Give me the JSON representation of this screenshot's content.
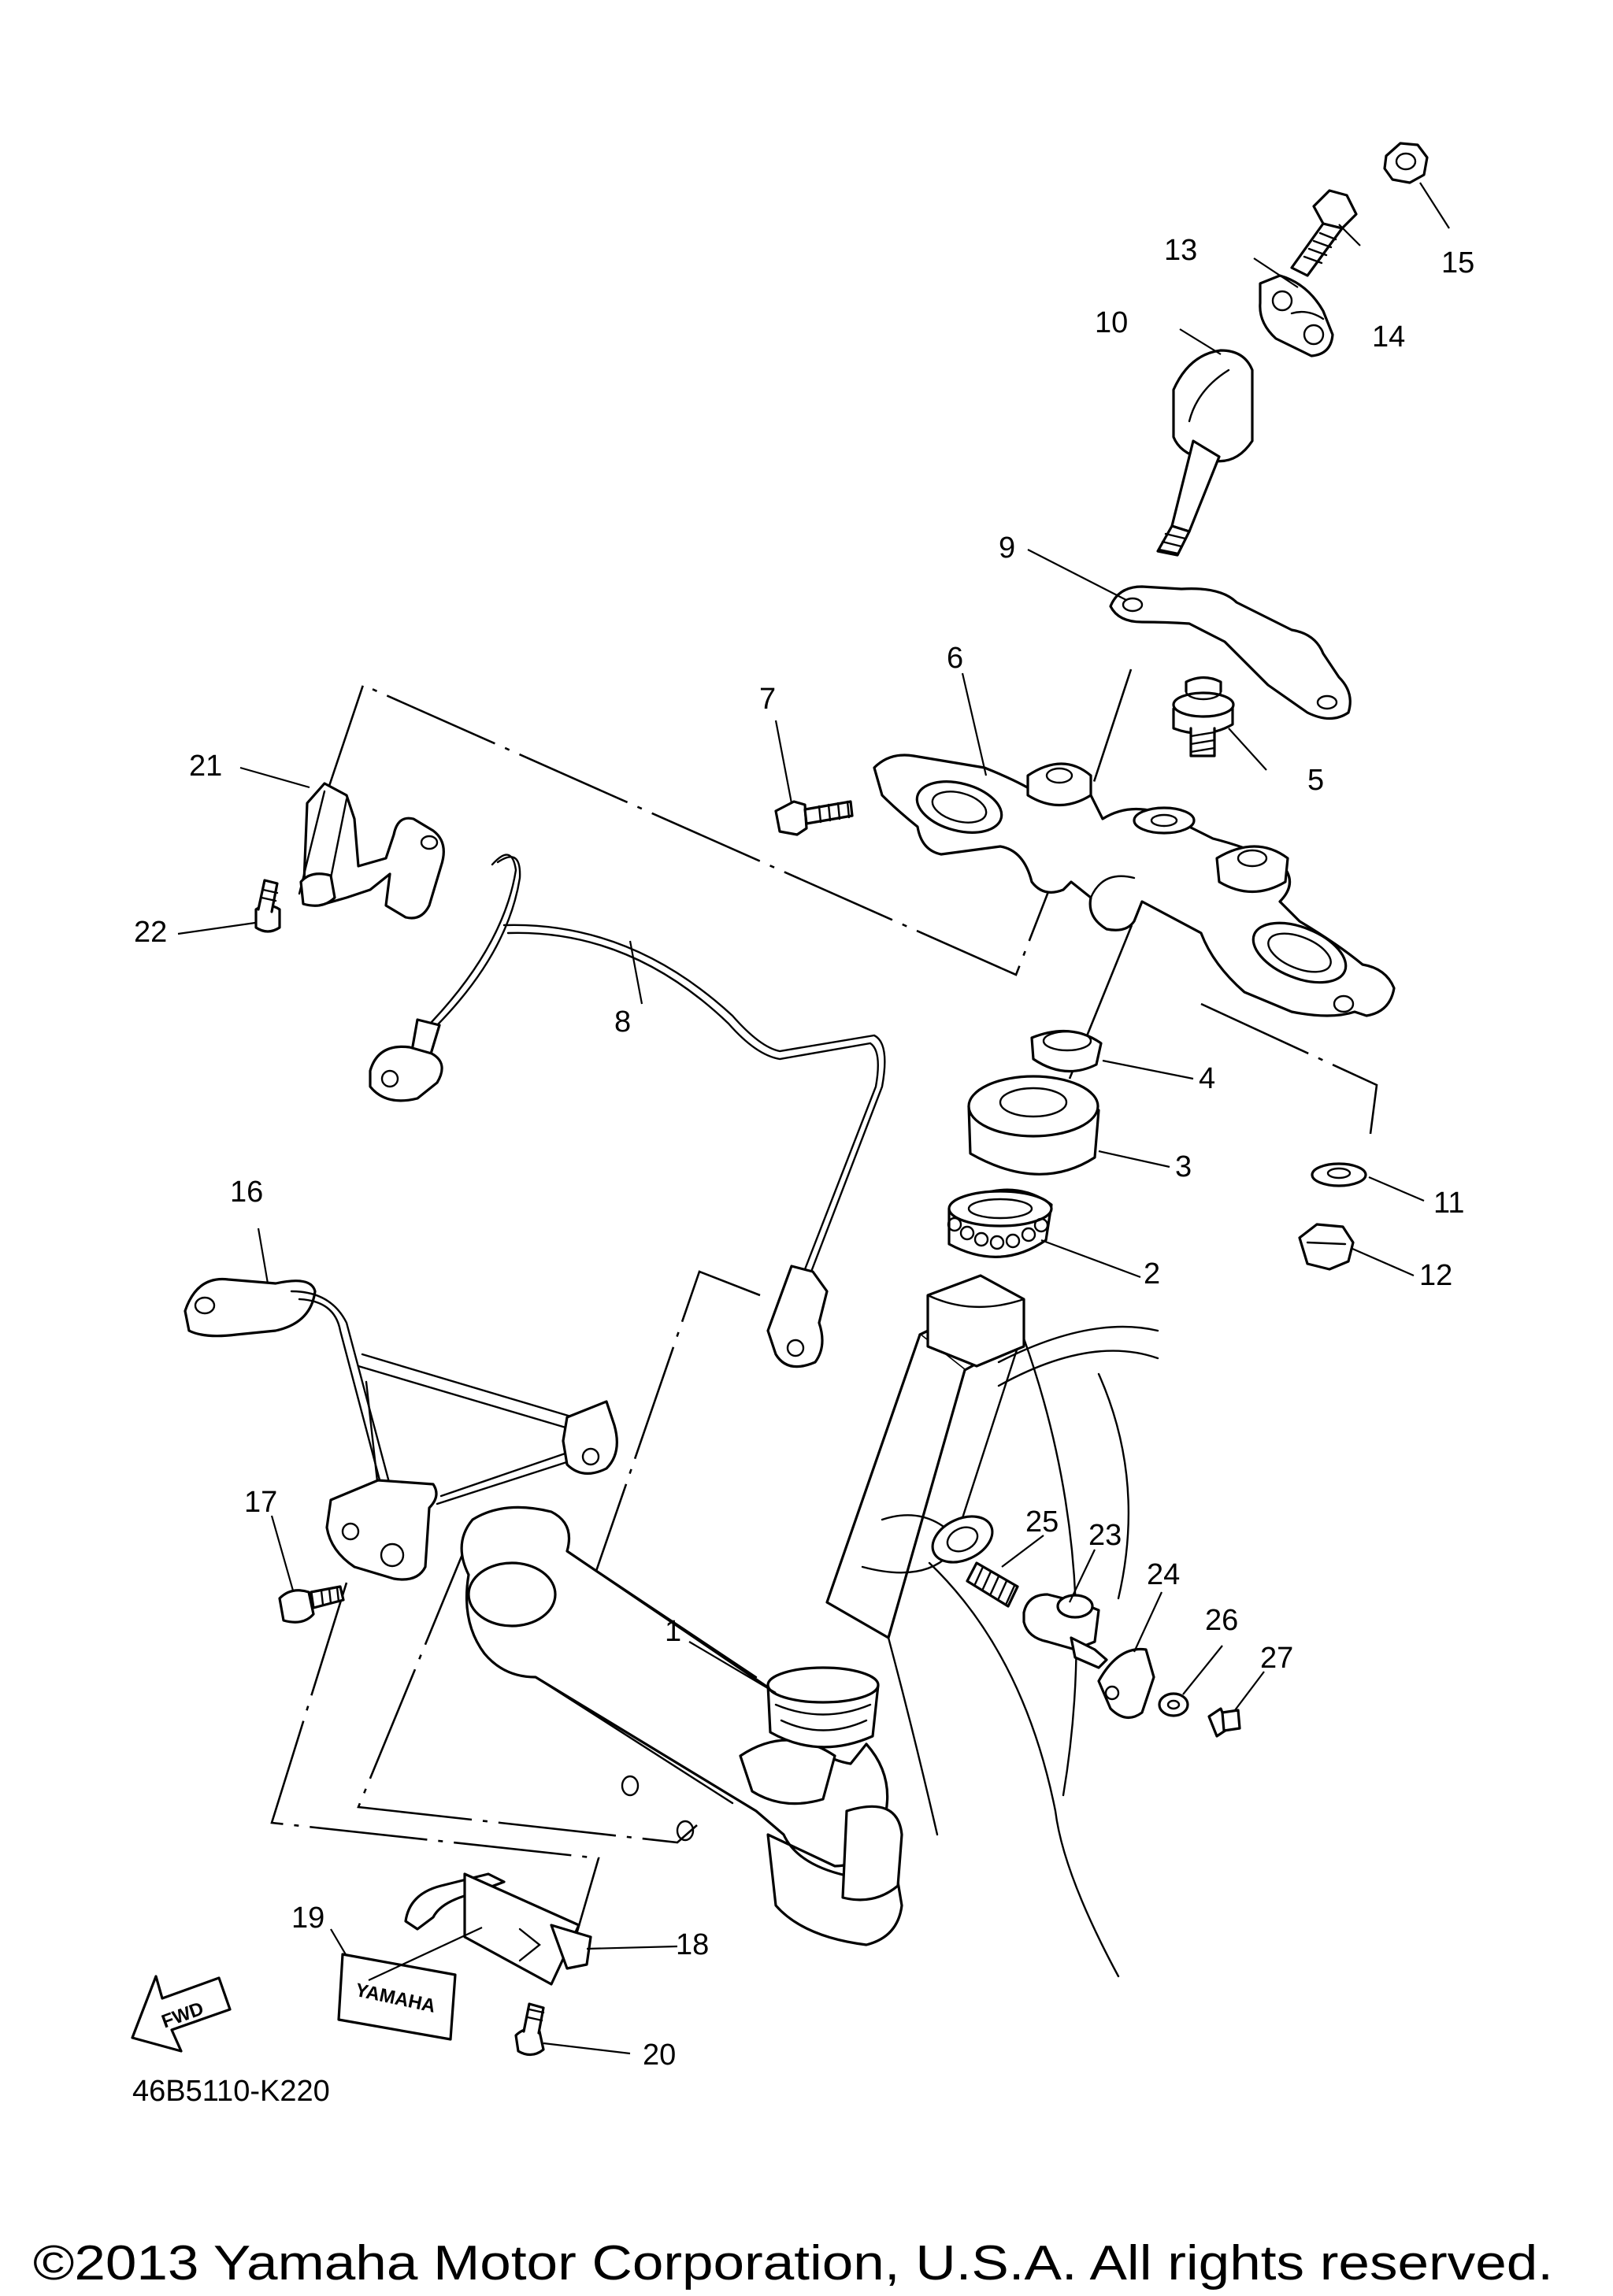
{
  "diagram": {
    "part_code": "46B5110-K220",
    "copyright": "©2013 Yamaha Motor Corporation, U.S.A. All rights reserved.",
    "fwd_arrow_label": "FWD",
    "decal_text": "YAMAHA",
    "callouts": [
      {
        "id": "c1",
        "label": "1"
      },
      {
        "id": "c2",
        "label": "2"
      },
      {
        "id": "c3",
        "label": "3"
      },
      {
        "id": "c4",
        "label": "4"
      },
      {
        "id": "c5",
        "label": "5"
      },
      {
        "id": "c6",
        "label": "6"
      },
      {
        "id": "c7",
        "label": "7"
      },
      {
        "id": "c8",
        "label": "8"
      },
      {
        "id": "c9",
        "label": "9"
      },
      {
        "id": "c10",
        "label": "10"
      },
      {
        "id": "c11",
        "label": "11"
      },
      {
        "id": "c12",
        "label": "12"
      },
      {
        "id": "c13",
        "label": "13"
      },
      {
        "id": "c14",
        "label": "14"
      },
      {
        "id": "c15",
        "label": "15"
      },
      {
        "id": "c16",
        "label": "16"
      },
      {
        "id": "c17",
        "label": "17"
      },
      {
        "id": "c18",
        "label": "18"
      },
      {
        "id": "c19",
        "label": "19"
      },
      {
        "id": "c20",
        "label": "20"
      },
      {
        "id": "c21",
        "label": "21"
      },
      {
        "id": "c22",
        "label": "22"
      },
      {
        "id": "c23",
        "label": "23"
      },
      {
        "id": "c24",
        "label": "24"
      },
      {
        "id": "c25",
        "label": "25"
      },
      {
        "id": "c26",
        "label": "26"
      },
      {
        "id": "c27",
        "label": "27"
      }
    ]
  }
}
